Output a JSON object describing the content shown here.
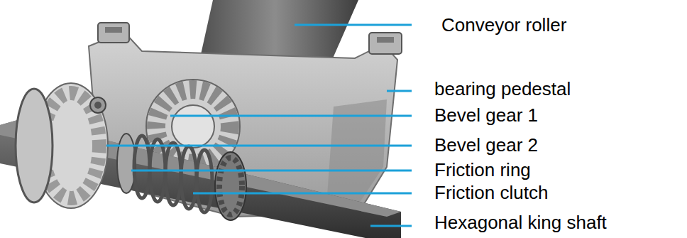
{
  "diagram": {
    "labels": [
      "Conveyor roller",
      "bearing pedestal",
      "Bevel gear 1",
      "Bevel gear 2",
      "Friction ring",
      "Friction clutch",
      "Hexagonal king shaft"
    ]
  }
}
